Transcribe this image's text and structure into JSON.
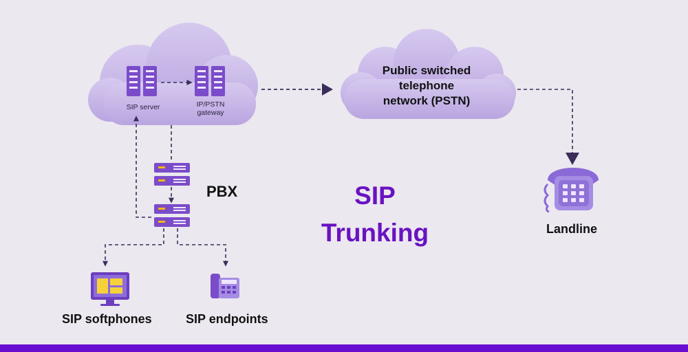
{
  "labels": {
    "sip_server": "SIP server",
    "gateway_line1": "IP/PSTN",
    "gateway_line2": "gateway",
    "pstn_line1": "Public switched",
    "pstn_line2": "telephone",
    "pstn_line3": "network (PSTN)",
    "pbx": "PBX",
    "title_line1": "SIP",
    "title_line2": "Trunking",
    "landline": "Landline",
    "softphones": "SIP softphones",
    "endpoints": "SIP endpoints"
  },
  "icons": {
    "sip_server": "server-rack-icon",
    "gateway": "server-rack-icon",
    "pbx": "rack-server-icon",
    "landline": "telephone-icon",
    "softphones": "monitor-icon",
    "endpoints": "desk-phone-icon"
  },
  "colors": {
    "background": "#ebe8ef",
    "cloud": "#c7b5e8",
    "accent": "#6a12c2",
    "arrow": "#3b2d5a",
    "bottom_bar": "#6a0fd1"
  }
}
